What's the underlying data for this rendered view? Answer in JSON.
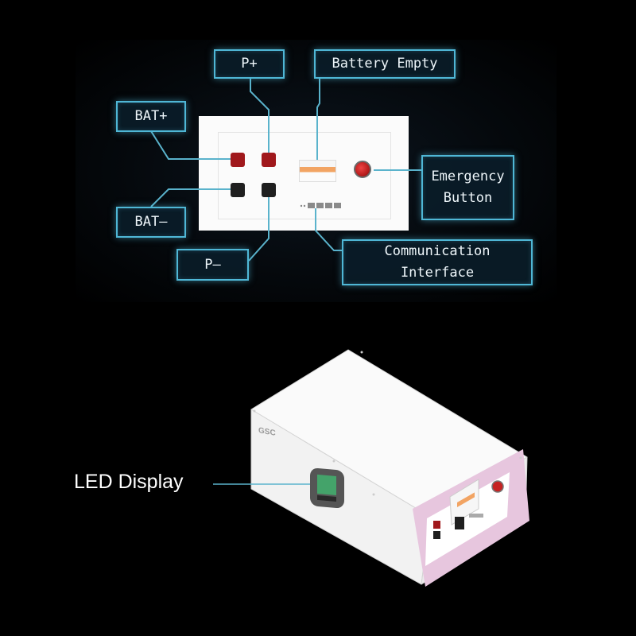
{
  "diagram": {
    "labels": {
      "p_plus": "P+",
      "battery_empty": "Battery Empty",
      "bat_plus": "BAT+",
      "emergency_button": "Emergency\nButton",
      "bat_minus": "BAT—",
      "p_minus": "P—",
      "communication_interface": "Communication\nInterface"
    },
    "led_display": "LED Display",
    "brand_logo": "GSC"
  },
  "colors": {
    "background": "#000000",
    "callout_border": "#4fb7d6",
    "leader_line": "#5ab3cc",
    "terminal_red": "#a0181c",
    "emergency_red": "#c62222",
    "accent_pink": "#e7c6de"
  },
  "icons": [
    "emergency-stop-icon",
    "terminal-icon",
    "lcd-screen-icon"
  ]
}
